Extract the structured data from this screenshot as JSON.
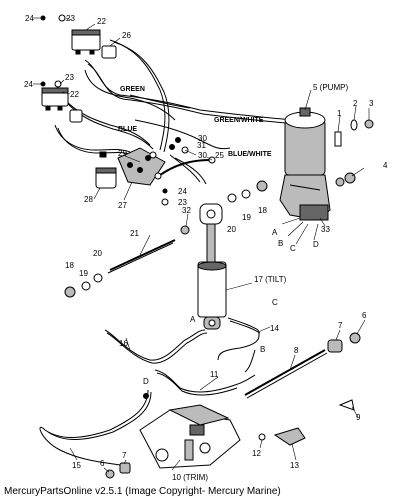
{
  "callouts": {
    "n1": "1",
    "n2": "2",
    "n3": "3",
    "n4": "4",
    "n5": "5 (PUMP)",
    "n6a": "6",
    "n6b": "6",
    "n7a": "7",
    "n7b": "7",
    "n8": "8",
    "n9": "9",
    "n10": "10 (TRIM)",
    "n11": "11",
    "n12": "12",
    "n13": "13",
    "n14": "14",
    "n15": "15",
    "n16": "16",
    "n17": "17 (TILT)",
    "n18a": "18",
    "n18b": "18",
    "n19a": "19",
    "n19b": "19",
    "n20a": "20",
    "n20b": "20",
    "n21": "21",
    "n22a": "22",
    "n22b": "22",
    "n23a": "23",
    "n23b": "23",
    "n23c": "23",
    "n24a": "24",
    "n24b": "24",
    "n24c": "24",
    "n25": "25",
    "n26": "26",
    "n27": "27",
    "n28": "28",
    "n29": "29",
    "n30a": "30",
    "n30b": "30",
    "n31": "31",
    "n32": "32",
    "n33": "33"
  },
  "ports": {
    "pump_a": "A",
    "pump_b": "B",
    "pump_c": "C",
    "pump_d": "D",
    "hose_a": "A",
    "hose_b": "B",
    "hose_c": "C",
    "hose_d": "D"
  },
  "wire_labels": {
    "green": "GREEN",
    "blue": "BLUE",
    "green_white": "GREEN/WHITE",
    "blue_white": "BLUE/WHITE"
  },
  "footer": "MercuryPartsOnline v2.5.1 (Image Copyright- Mercury Marine)"
}
